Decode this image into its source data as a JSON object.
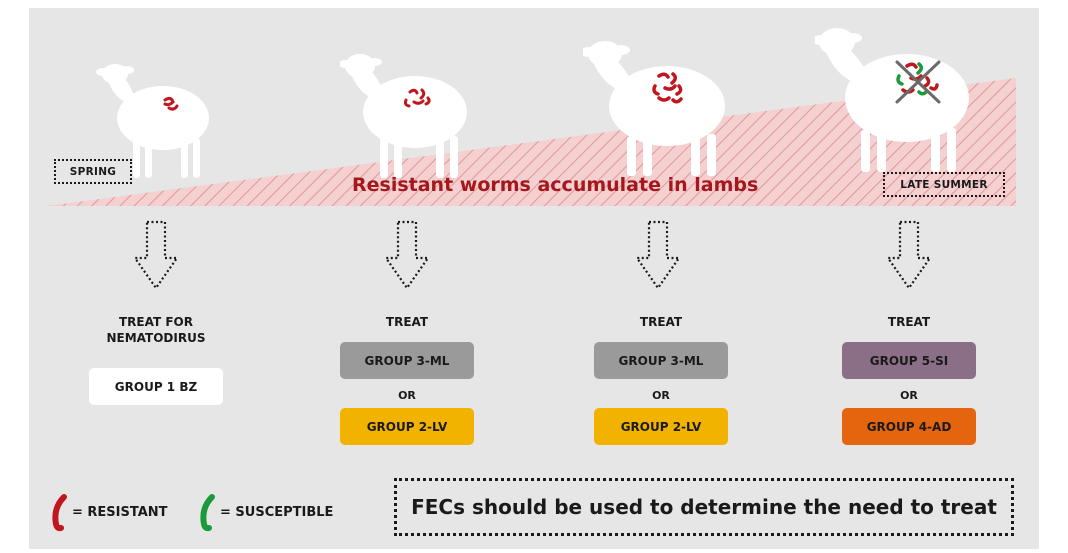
{
  "colors": {
    "panel": "#e6e6e6",
    "resistant": "#c0161d",
    "susceptible": "#1a9a3a",
    "wedge": "#f2c5c5",
    "banner_text": "#a4171c",
    "group_ml": "#9a9a9a",
    "group_lv": "#f2b300",
    "group_si": "#8a6f86",
    "group_ad": "#e5650f",
    "group_bz": "#ffffff"
  },
  "labels": {
    "spring": "SPRING",
    "late_summer": "LATE SUMMER",
    "banner": "Resistant worms accumulate in lambs"
  },
  "stages": [
    {
      "heading_line1": "TREAT FOR",
      "heading_line2": "NEMATODIRUS",
      "option1": "GROUP 1 BZ"
    },
    {
      "heading_line1": "TREAT",
      "option1": "GROUP 3-ML",
      "or": "OR",
      "option2": "GROUP 2-LV"
    },
    {
      "heading_line1": "TREAT",
      "option1": "GROUP 3-ML",
      "or": "OR",
      "option2": "GROUP 2-LV"
    },
    {
      "heading_line1": "TREAT",
      "option1": "GROUP 5-SI",
      "or": "OR",
      "option2": "GROUP 4-AD"
    }
  ],
  "legend": {
    "resistant": "= RESISTANT",
    "susceptible": "= SUSCEPTIBLE"
  },
  "note": "FECs should be used to determine the need to treat",
  "icons": {
    "sheep": "sheep-silhouette-icon",
    "worm": "worm-icon",
    "arrow": "dotted-down-arrow-icon",
    "cross": "cross-out-icon"
  }
}
